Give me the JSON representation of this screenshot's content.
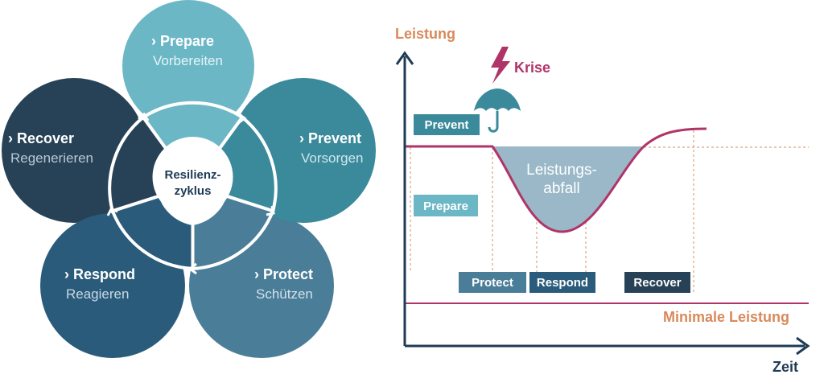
{
  "cycle": {
    "center": {
      "line1": "Resilienz-",
      "line2": "zyklus"
    },
    "petals": [
      {
        "key": "prepare",
        "title": "› Prepare",
        "subtitle": "Vorbereiten",
        "color": "#6cb7c6"
      },
      {
        "key": "prevent",
        "title": "› Prevent",
        "subtitle": "Vorsorgen",
        "color": "#3a8a9c"
      },
      {
        "key": "protect",
        "title": "› Protect",
        "subtitle": "Schützen",
        "color": "#4a7d98"
      },
      {
        "key": "respond",
        "title": "› Respond",
        "subtitle": "Reagieren",
        "color": "#2b5b7b"
      },
      {
        "key": "recover",
        "title": "› Recover",
        "subtitle": "Regenerieren",
        "color": "#274257"
      }
    ]
  },
  "graph": {
    "y_axis_label": "Leistung",
    "x_axis_label": "Zeit",
    "crisis_label": "Krise",
    "drop_label_line1": "Leistungs-",
    "drop_label_line2": "abfall",
    "min_label": "Minimale Leistung",
    "boxes": {
      "prevent": "Prevent",
      "prepare": "Prepare",
      "protect": "Protect",
      "respond": "Respond",
      "recover": "Recover"
    },
    "colors": {
      "axis": "#1f3b55",
      "accent": "#d9895a",
      "curve": "#b03468",
      "drop_fill": "#9ab8c8",
      "crisis": "#b03468",
      "umbrella": "#3a8a9c"
    }
  }
}
